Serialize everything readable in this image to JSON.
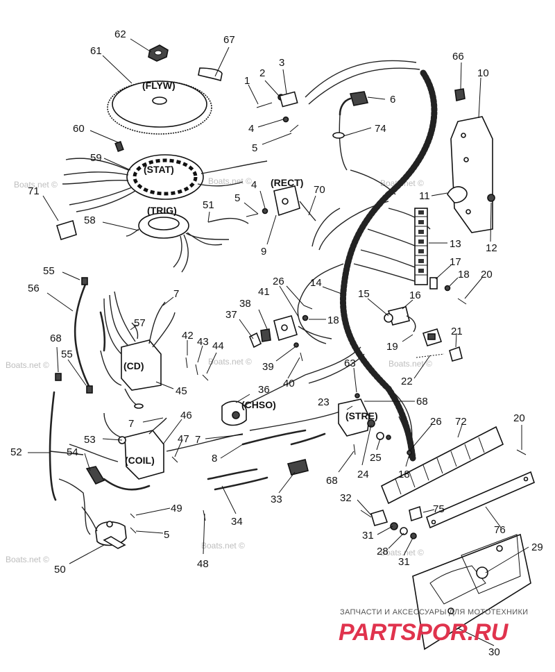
{
  "watermark": "Boats.net ©",
  "brand": {
    "tagline": "ЗАПЧАСТИ И АКСЕССУАРЫ ДЛЯ МОТОТЕХНИКИ",
    "logo_text": "PARTSPOR.RU",
    "color": "#e0334d"
  },
  "box_labels": {
    "flyw": "(FLYW)",
    "stat": "(STAT)",
    "trig": "(TRIG)",
    "rect": "(RECT)",
    "cd": "(CD)",
    "chso": "(CHSO)",
    "stre": "(STRE)",
    "coil": "(COIL)"
  },
  "callouts": {
    "c62": "62",
    "c67": "67",
    "c61": "61",
    "c1": "1",
    "c2": "2",
    "c3": "3",
    "c6": "6",
    "c66": "66",
    "c10": "10",
    "c60": "60",
    "c4a": "4",
    "c74": "74",
    "c5a": "5",
    "c59": "59",
    "c71": "71",
    "c4b": "4",
    "c5b": "5",
    "c70": "70",
    "c51": "51",
    "c58": "58",
    "c9": "9",
    "c11": "11",
    "c12": "12",
    "c13": "13",
    "c55a": "55",
    "c56": "56",
    "c7a": "7",
    "c26a": "26",
    "c41": "41",
    "c38": "38",
    "c14": "14",
    "c15": "15",
    "c16": "16",
    "c17": "17",
    "c18a": "18",
    "c20a": "20",
    "c37": "37",
    "c18b": "18",
    "c57": "57",
    "c42": "42",
    "c43": "43",
    "c44": "44",
    "c68a": "68",
    "c55b": "55",
    "c45": "45",
    "c39": "39",
    "c40": "40",
    "c19": "19",
    "c21": "21",
    "c22": "22",
    "c63": "63",
    "c36": "36",
    "c23": "23",
    "c68b": "68",
    "c7b": "7",
    "c46": "46",
    "c53": "53",
    "c47": "47",
    "c7c": "7",
    "c52": "52",
    "c54": "54",
    "c8": "8",
    "c26b": "26",
    "c72": "72",
    "c20b": "20",
    "c25": "25",
    "c24": "24",
    "c18c": "18",
    "c68c": "68",
    "c33": "33",
    "c32": "32",
    "c75": "75",
    "c49": "49",
    "c5c": "5",
    "c34": "34",
    "c31a": "31",
    "c28": "28",
    "c76": "76",
    "c29": "29",
    "c50": "50",
    "c48": "48",
    "c31b": "31",
    "c30": "30"
  }
}
